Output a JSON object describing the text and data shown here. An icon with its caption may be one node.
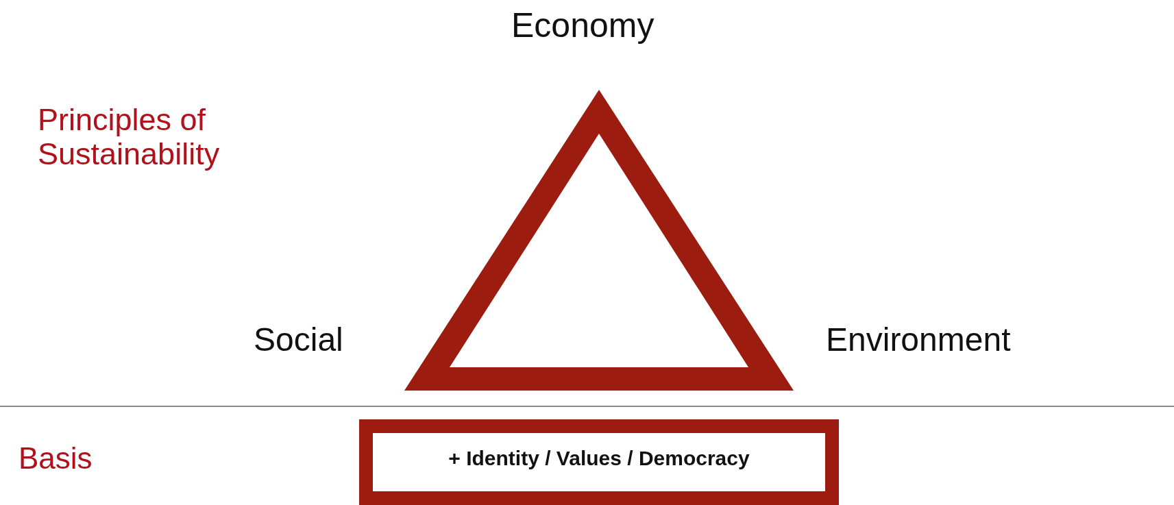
{
  "diagram": {
    "nodes": [
      {
        "text": [
          "+ Identity / Values / Democracy"
        ]
      }
    ],
    "labels": [
      "Economy",
      "Principles of Sustainability",
      "Social",
      "Environment",
      "Basis"
    ]
  }
}
